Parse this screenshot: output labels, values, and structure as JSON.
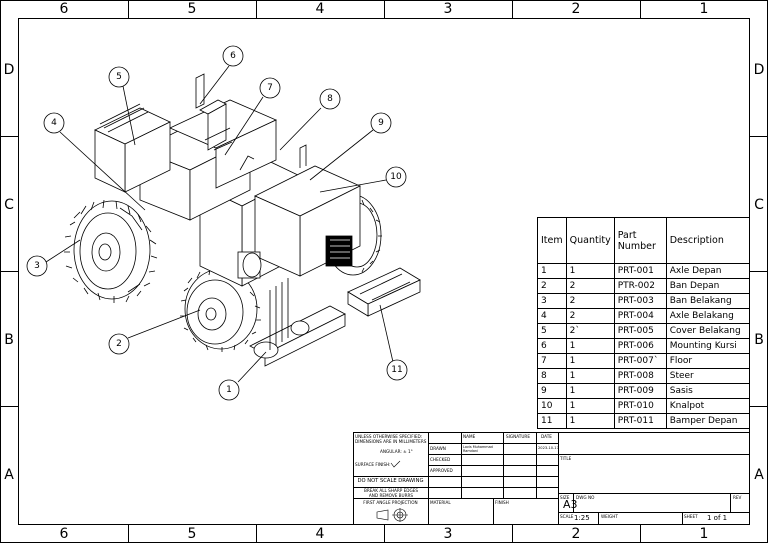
{
  "zones": {
    "columns": [
      "6",
      "5",
      "4",
      "3",
      "2",
      "1"
    ],
    "rows": [
      "D",
      "C",
      "B",
      "A"
    ]
  },
  "callouts": [
    "1",
    "2",
    "3",
    "4",
    "5",
    "6",
    "7",
    "8",
    "9",
    "10",
    "11"
  ],
  "bom": {
    "headers": {
      "item": "Item",
      "quantity": "Quantity",
      "part_number": "Part Number",
      "description": "Description"
    },
    "rows": [
      {
        "item": "1",
        "qty": "1",
        "part": "PRT-001",
        "desc": "Axle Depan"
      },
      {
        "item": "2",
        "qty": "2",
        "part": "PTR-002",
        "desc": "Ban Depan"
      },
      {
        "item": "3",
        "qty": "2",
        "part": "PRT-003",
        "desc": "Ban Belakang"
      },
      {
        "item": "4",
        "qty": "2",
        "part": "PRT-004",
        "desc": "Axle Belakang"
      },
      {
        "item": "5",
        "qty": "2`",
        "part": "PRT-005",
        "desc": "Cover Belakang"
      },
      {
        "item": "6",
        "qty": "1",
        "part": "PRT-006",
        "desc": "Mounting Kursi"
      },
      {
        "item": "7",
        "qty": "1",
        "part": "PRT-007`",
        "desc": "Floor"
      },
      {
        "item": "8",
        "qty": "1",
        "part": "PRT-008",
        "desc": "Steer"
      },
      {
        "item": "9",
        "qty": "1",
        "part": "PRT-009",
        "desc": "Sasis"
      },
      {
        "item": "10",
        "qty": "1",
        "part": "PRT-010",
        "desc": "Knalpot"
      },
      {
        "item": "11",
        "qty": "1",
        "part": "PRT-011",
        "desc": "Bamper Depan"
      }
    ]
  },
  "title_block": {
    "notes": "UNLESS OTHERWISE SPECIFIED: DIMENSIONS ARE IN MILLIMETERS",
    "angular": "ANGULAR: ± 1°",
    "surface_finish": "SURFACE FINISH:",
    "do_not_scale": "DO NOT SCALE DRAWING",
    "break_edges": "BREAK ALL SHARP EDGES AND REMOVE BURRS",
    "projection": "FIRST ANGLE PROJECTION",
    "name": "NAME",
    "signature": "SIGNATURE",
    "date": "DATE",
    "drawn": "DRAWN",
    "drawn_name": "Lovis Muhammad Ramdani",
    "drawn_date": "2023-10-17",
    "checked": "CHECKED",
    "approved": "APPROVED",
    "material": "MATERIAL",
    "finish": "FINISH",
    "title": "TITLE",
    "size_label": "SIZE",
    "size": "A3",
    "dwg_no": "DWG NO",
    "rev": "REV",
    "scale_label": "SCALE",
    "scale": "1:25",
    "weight": "WEIGHT",
    "sheet_label": "SHEET",
    "sheet": "1 of 1"
  }
}
